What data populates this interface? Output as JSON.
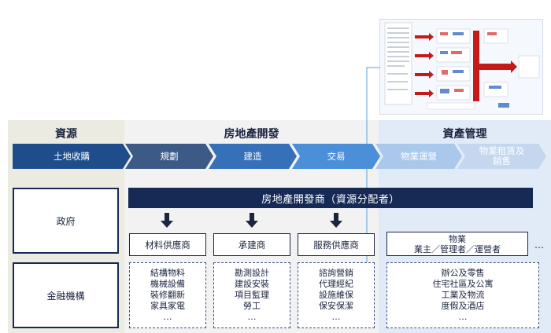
{
  "headers": {
    "resources": "資源",
    "development": "房地產開發",
    "asset_mgmt": "資產管理"
  },
  "stages": [
    "土地收購",
    "規劃",
    "建造",
    "交易",
    "物業運營",
    "物業租賃及\n銷售"
  ],
  "developer_bar": "房地產開發商（資源分配者）",
  "row_labels": {
    "government": "政府",
    "finance": "金融機構"
  },
  "suppliers": [
    "材料供應商",
    "承建商",
    "服務供應商"
  ],
  "property_header": "物業\n業主／管理者／運營者",
  "materials_list": "結構物料\n機械設備\n裝修翻新\n家具家電\n…",
  "contractor_list": "勘測設計\n建設安裝\n項目監理\n勞工\n…",
  "service_list": "諮詢營銷\n代理經紀\n設施維保\n保安保潔\n…",
  "property_types": "辦公及零售\n住宅社區及公寓\n工業及物流\n度假及酒店\n…",
  "ellipsis": "…",
  "colors": {
    "chevron_dark": "#1f4d8c",
    "chevron_mid": "#3670b8",
    "chevron_bright": "#4a8fd8",
    "chevron_light": "#a9c8ec",
    "chevron_pale": "#c4d7ee",
    "developer_bar": "#162a55"
  }
}
